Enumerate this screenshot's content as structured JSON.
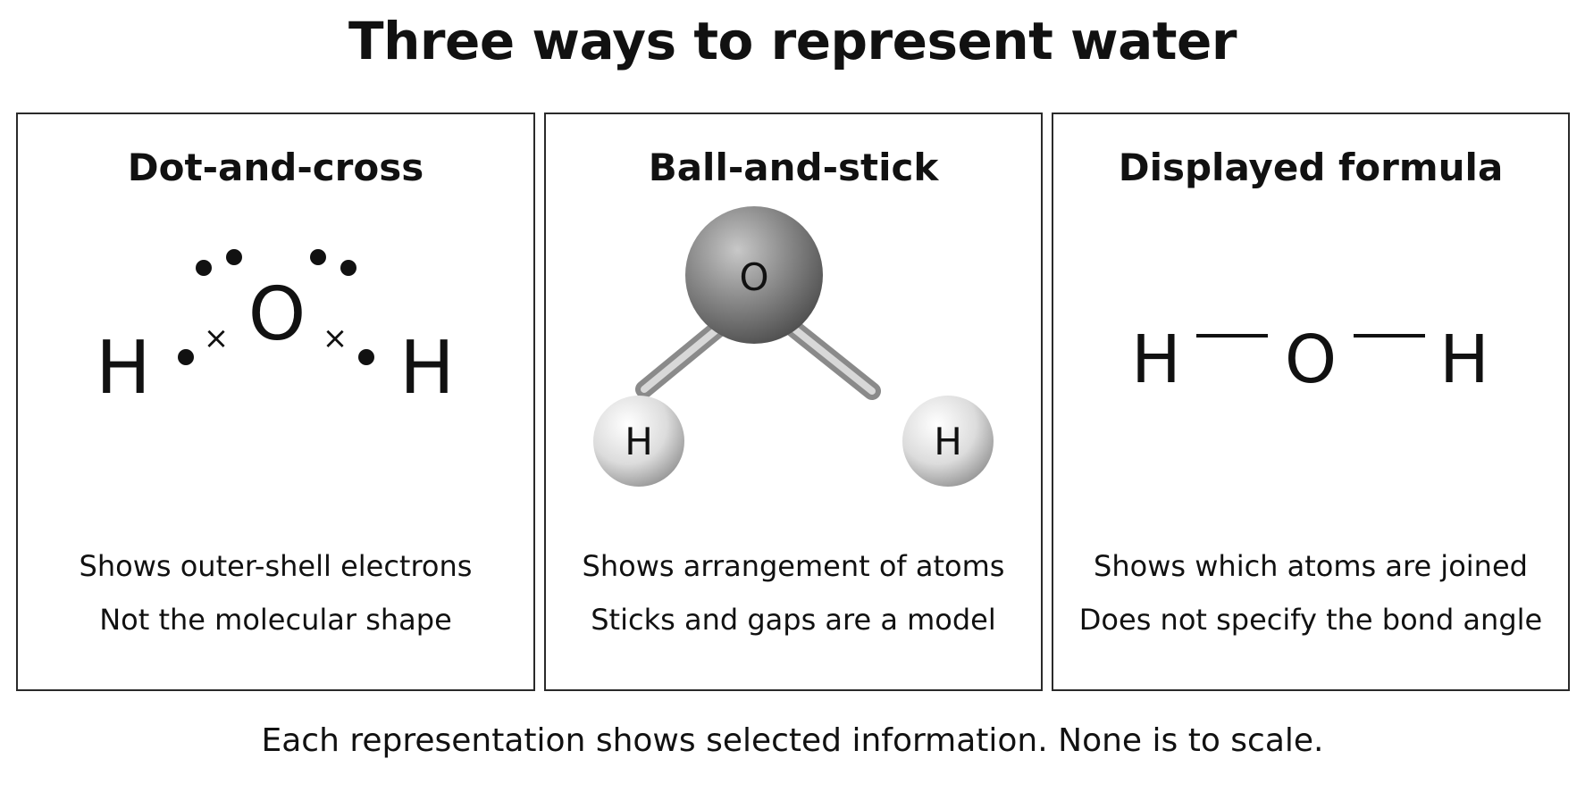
{
  "title": "Three ways to represent water",
  "panels": [
    {
      "heading": "Dot-and-cross",
      "atoms": {
        "center": "O",
        "left": "H",
        "right": "H"
      },
      "electron_marks": {
        "cross": "×"
      },
      "caption_lines": [
        "Shows outer-shell electrons",
        "Not the molecular shape"
      ]
    },
    {
      "heading": "Ball-and-stick",
      "atoms": {
        "center": "O",
        "left": "H",
        "right": "H"
      },
      "caption_lines": [
        "Shows arrangement of atoms",
        "Sticks and gaps are a model"
      ]
    },
    {
      "heading": "Displayed formula",
      "atoms": {
        "center": "O",
        "left": "H",
        "right": "H"
      },
      "caption_lines": [
        "Shows which atoms are joined",
        "Does not specify the bond angle"
      ]
    }
  ],
  "footer": "Each representation shows selected information. None is to scale."
}
